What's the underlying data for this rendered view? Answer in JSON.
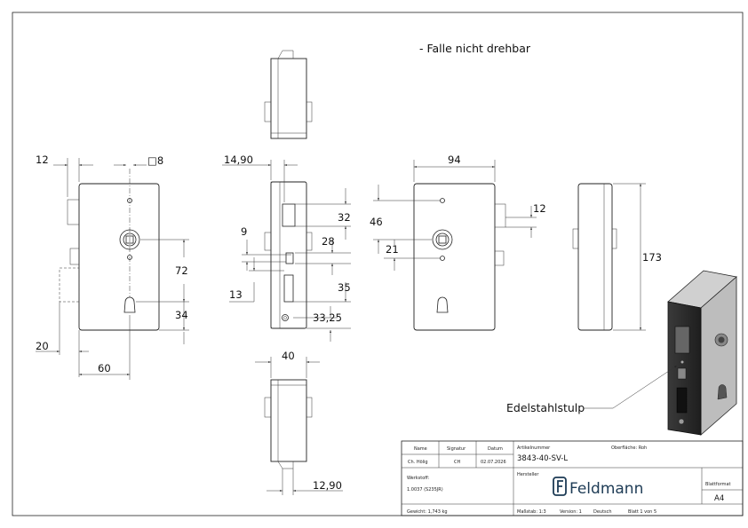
{
  "note": "- Falle nicht drehbar",
  "callout": "Edelstahlstulp",
  "dims": {
    "front_12": "12",
    "front_sq8": "□8",
    "front_72": "72",
    "front_34": "34",
    "front_20": "20",
    "front_60": "60",
    "side_1490": "14,90",
    "side_32": "32",
    "side_28": "28",
    "side_9": "9",
    "side_13": "13",
    "side_35": "35",
    "side_3325": "33,25",
    "bottom_40": "40",
    "bottom_1290": "12,90",
    "back_94": "94",
    "back_12": "12",
    "back_46": "46",
    "back_21": "21",
    "right_173": "173"
  },
  "titleblock": {
    "name_label": "Name",
    "signatur_label": "Signatur",
    "datum_label": "Datum",
    "name_value": "Ch. Hölig",
    "signatur_value": "CH",
    "datum_value": "02.07.2026",
    "artikel_label": "Artikelnummer",
    "artikel_value": "3843-40-SV-L",
    "oberflaeche": "Oberfläche: Roh",
    "werkstoff_label": "Werkstoff:",
    "werkstoff_value": "1.0037 (S235JR)",
    "hersteller_label": "Hersteller",
    "brand": "Feldmann",
    "blattformat_label": "Blattformat",
    "blattformat_value": "A4",
    "gewicht": "Gewicht: 1,743 kg",
    "massstab": "Maßstab: 1:3",
    "version": "Version: 1",
    "sprache": "Deutsch",
    "blatt": "Blatt 1 von 5"
  }
}
